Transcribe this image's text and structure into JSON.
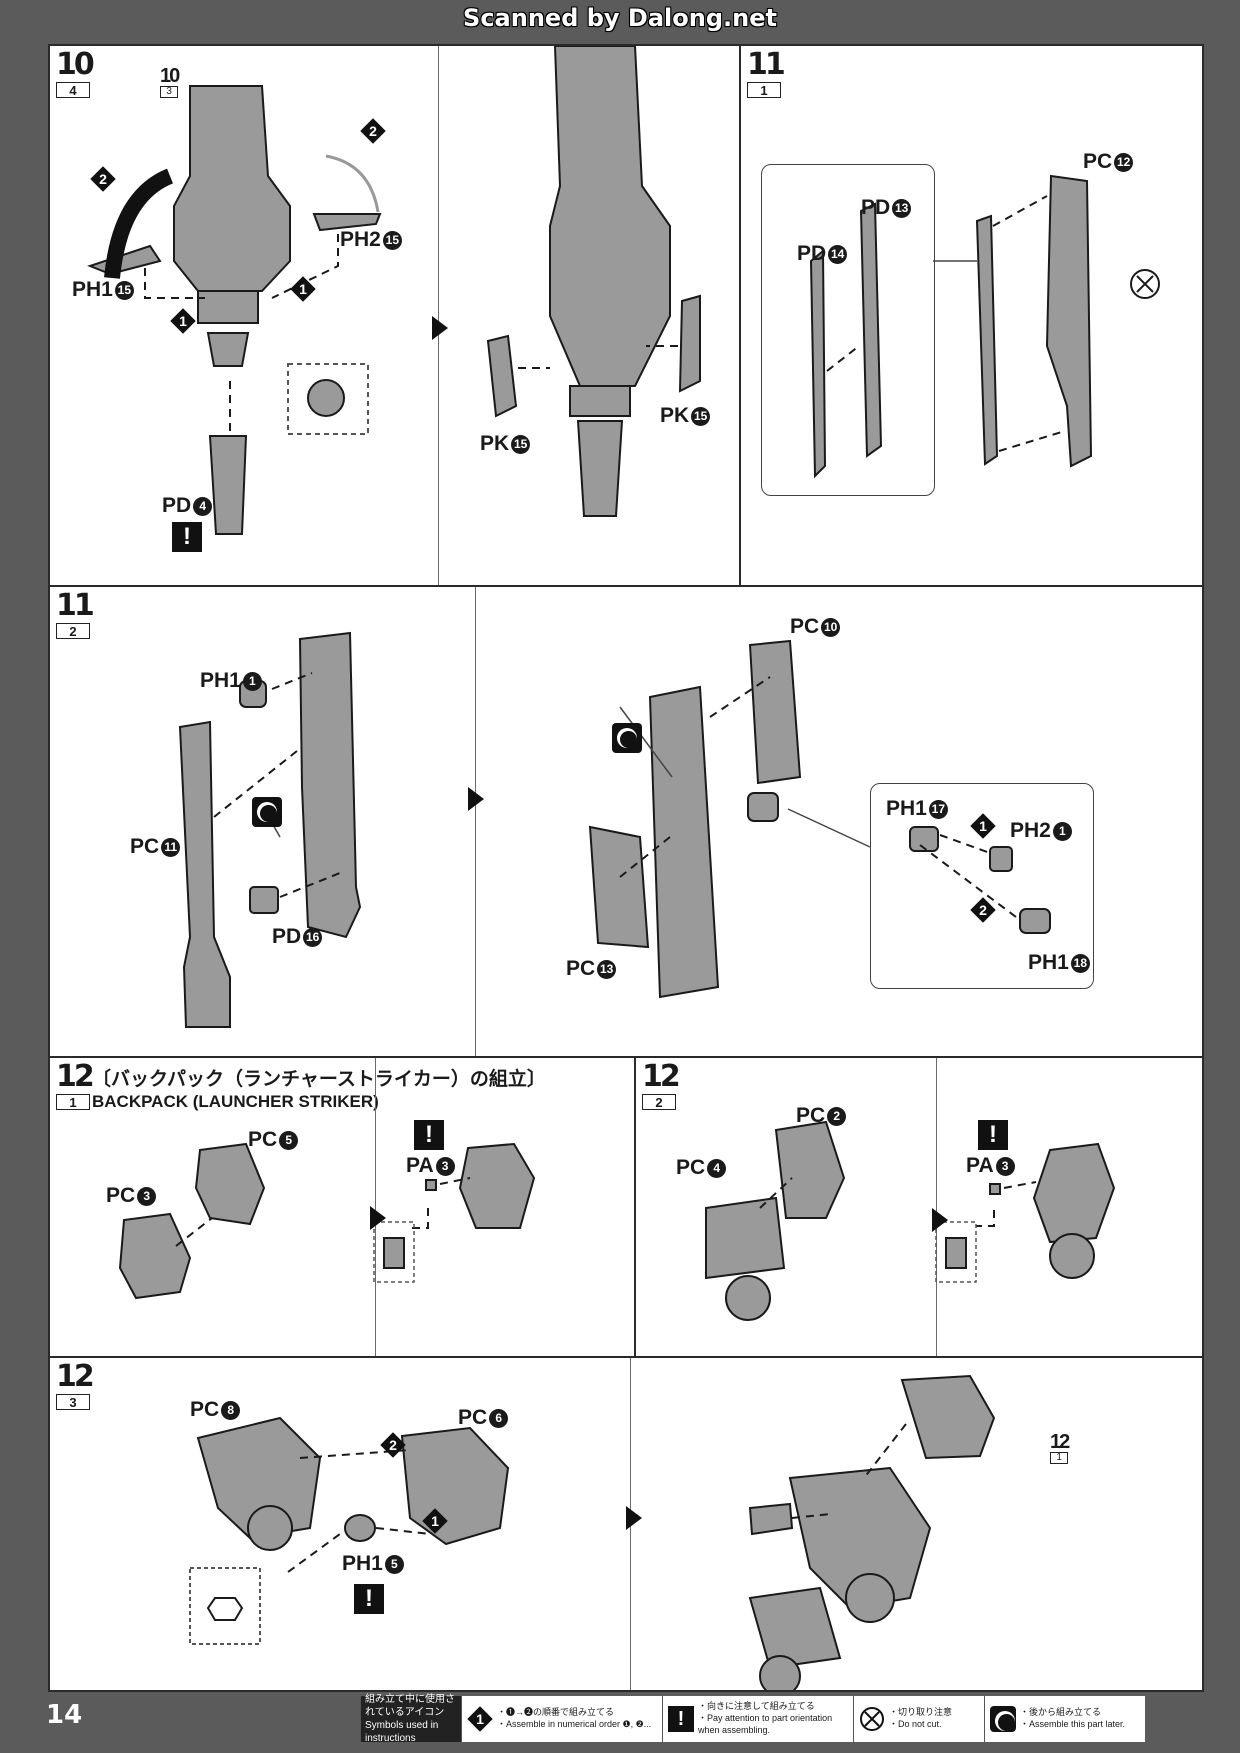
{
  "watermark": "Scanned by Dalong.net",
  "page_number": "14",
  "colors": {
    "ink": "#1a1a1a",
    "frame": "#5b5b5b",
    "part_fill": "#9a9a9a"
  },
  "steps": {
    "s10_4": {
      "num": "10",
      "sub": "4",
      "ref_num": "10",
      "ref_sub": "3",
      "labels": {
        "ph1": "PH1",
        "ph1_n": "15",
        "ph2": "PH2",
        "ph2_n": "15",
        "pd": "PD",
        "pd_n": "4",
        "pk_left": "PK",
        "pk_left_n": "15",
        "pk_right": "PK",
        "pk_right_n": "15"
      },
      "order_a": "2",
      "order_b": "2",
      "order_c": "1",
      "order_d": "1"
    },
    "s11_1": {
      "num": "11",
      "sub": "1",
      "labels": {
        "pc": "PC",
        "pc_n": "12",
        "pd13": "PD",
        "pd13_n": "13",
        "pd14": "PD",
        "pd14_n": "14"
      }
    },
    "s11_2": {
      "num": "11",
      "sub": "2",
      "labels": {
        "ph1": "PH1",
        "ph1_n": "1",
        "pc11": "PC",
        "pc11_n": "11",
        "pd16": "PD",
        "pd16_n": "16",
        "pc10": "PC",
        "pc10_n": "10",
        "pc13": "PC",
        "pc13_n": "13",
        "ph1_17": "PH1",
        "ph1_17_n": "17",
        "ph2_1": "PH2",
        "ph2_1_n": "1",
        "ph1_18": "PH1",
        "ph1_18_n": "18"
      },
      "order_1": "1",
      "order_2": "2"
    },
    "s12_1": {
      "num": "12",
      "sub": "1",
      "title_jp": "〔バックパック（ランチャーストライカー）の組立〕",
      "title_en": "BACKPACK (LAUNCHER STRIKER)",
      "labels": {
        "pc5": "PC",
        "pc5_n": "5",
        "pc3": "PC",
        "pc3_n": "3",
        "pa3": "PA",
        "pa3_n": "3"
      }
    },
    "s12_2": {
      "num": "12",
      "sub": "2",
      "labels": {
        "pc2": "PC",
        "pc2_n": "2",
        "pc4": "PC",
        "pc4_n": "4",
        "pa3": "PA",
        "pa3_n": "3"
      }
    },
    "s12_3": {
      "num": "12",
      "sub": "3",
      "ref_num": "12",
      "ref_sub": "1",
      "labels": {
        "pc8": "PC",
        "pc8_n": "8",
        "pc6": "PC",
        "pc6_n": "6",
        "ph1": "PH1",
        "ph1_n": "5"
      },
      "order_1": "1",
      "order_2": "2"
    }
  },
  "legend": {
    "header_jp": "組み立て中に使用されているアイコン",
    "header_en": "Symbols used in instructions",
    "order_jp": "・❶→❷の順番で組み立てる",
    "order_en": "・Assemble in numerical order ❶, ❷...",
    "order_icon": "1",
    "attention_jp": "・向きに注意して組み立てる",
    "attention_en": "・Pay attention to part orientation when assembling.",
    "attention_icon": "!",
    "nocut_jp": "・切り取り注意",
    "nocut_en": "・Do not cut.",
    "later_jp": "・後から組み立てる",
    "later_en": "・Assemble this part later."
  }
}
